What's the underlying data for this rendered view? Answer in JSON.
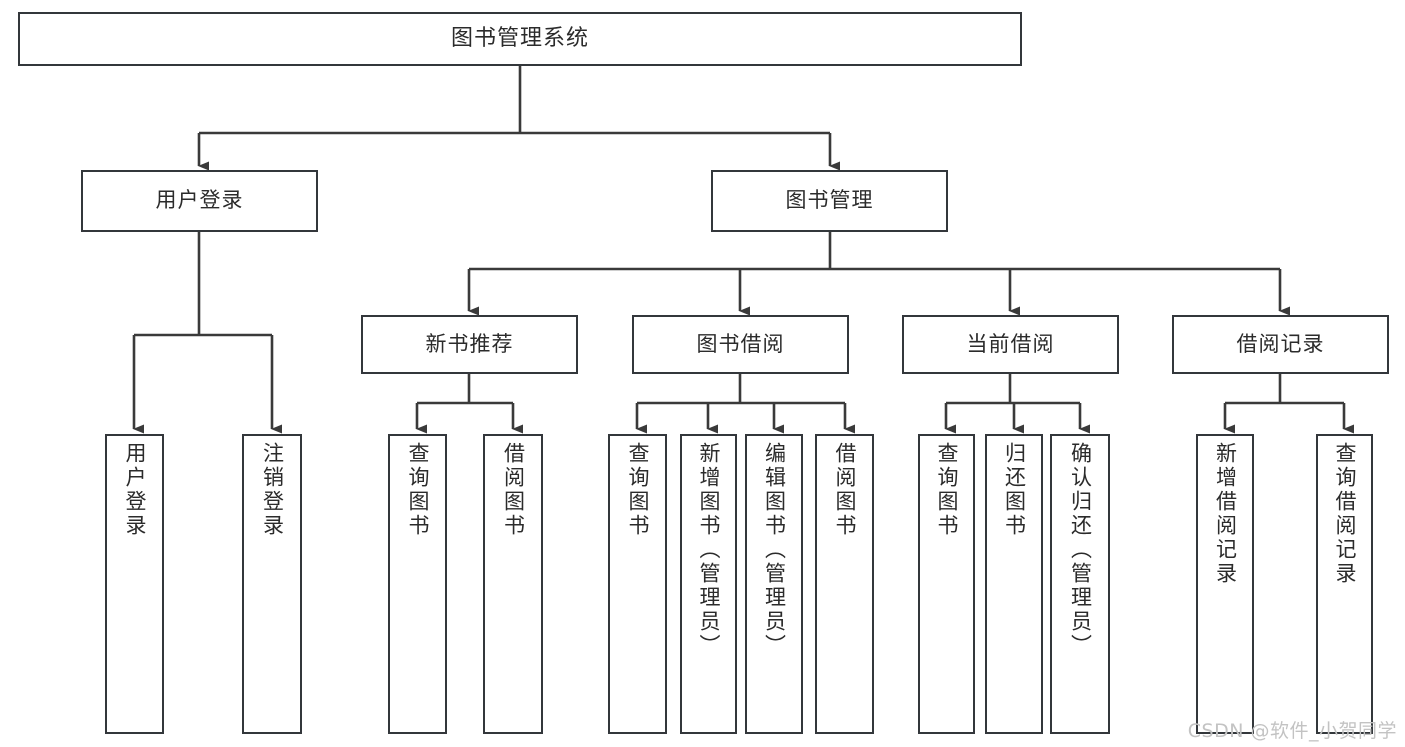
{
  "diagram": {
    "title": "图书管理系统",
    "type": "tree-hierarchy",
    "orientation": "top-down",
    "colors": {
      "box_border": "#33373b",
      "box_fill": "#ffffff",
      "connector": "#3a3a3a",
      "text": "#2b2b2b",
      "watermark": "#c3c3c3",
      "background": "#ffffff"
    }
  },
  "root": {
    "label": "图书管理系统"
  },
  "level2": [
    {
      "label": "用户登录"
    },
    {
      "label": "图书管理"
    }
  ],
  "level3": [
    {
      "label": "新书推荐"
    },
    {
      "label": "图书借阅"
    },
    {
      "label": "当前借阅"
    },
    {
      "label": "借阅记录"
    }
  ],
  "leaves": {
    "user_login": [
      {
        "label": "用户登录"
      },
      {
        "label": "注销登录"
      }
    ],
    "new_book": [
      {
        "label": "查询图书"
      },
      {
        "label": "借阅图书"
      }
    ],
    "book_borrow": [
      {
        "label": "查询图书"
      },
      {
        "label": "新增图书（管理员）"
      },
      {
        "label": "编辑图书（管理员）"
      },
      {
        "label": "借阅图书"
      }
    ],
    "current_borrow": [
      {
        "label": "查询图书"
      },
      {
        "label": "归还图书"
      },
      {
        "label": "确认归还（管理员）"
      }
    ],
    "borrow_record": [
      {
        "label": "新增借阅记录"
      },
      {
        "label": "查询借阅记录"
      }
    ]
  },
  "watermark": {
    "text": "CSDN @软件_小贺同学"
  }
}
